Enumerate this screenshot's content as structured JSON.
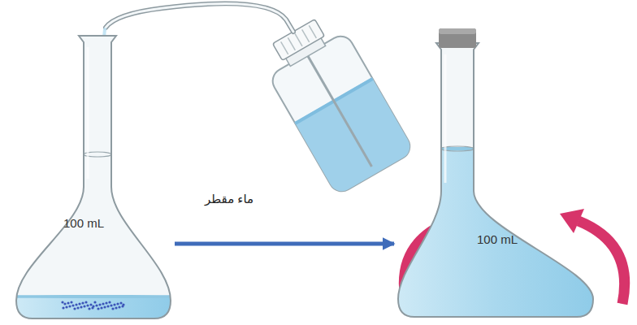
{
  "diagram": {
    "nodes": [
      {
        "text": [
          "100 mL"
        ]
      },
      {
        "text": [
          "100 mL"
        ]
      }
    ],
    "edges": [
      {
        "from": 0,
        "to": 1,
        "arrow": "to"
      }
    ],
    "labels": [
      "ماء مقطر"
    ]
  }
}
